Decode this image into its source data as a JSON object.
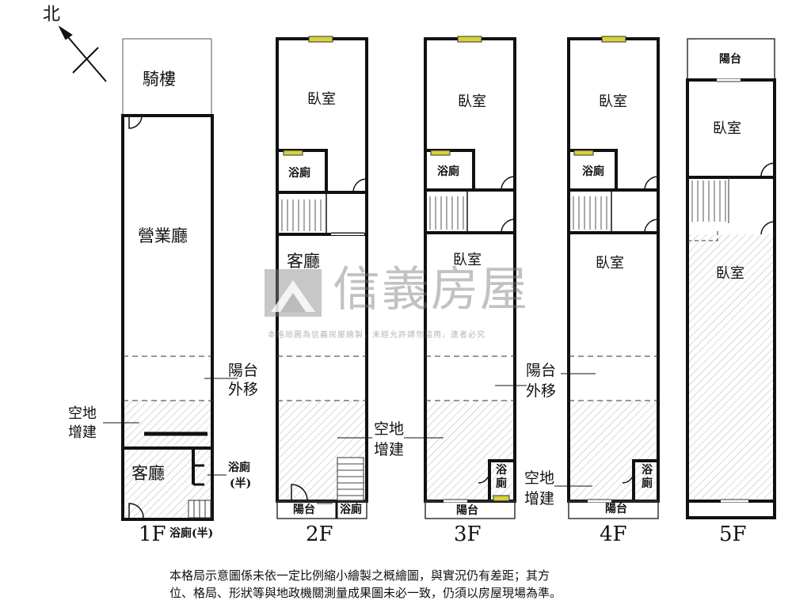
{
  "compass": {
    "north_label": "北",
    "icon": "north-arrow-icon"
  },
  "floors": [
    {
      "id": "1F",
      "label": "1F",
      "rooms": {
        "arcade": "騎樓",
        "business_hall": "營業廳",
        "living": "客廳",
        "vacant_addition": [
          "空地",
          "增建"
        ],
        "bath_half": [
          "浴廁",
          "(半)"
        ],
        "bottom_bath_half": "浴廁(半)"
      }
    },
    {
      "id": "2F",
      "label": "2F",
      "rooms": {
        "bedroom": "臥室",
        "bath": "浴廁",
        "living": "客廳",
        "balcony_moved": [
          "陽台",
          "外移"
        ],
        "vacant_addition": [
          "空地",
          "增建"
        ],
        "balcony": "陽台",
        "bath_bottom": "浴廁"
      }
    },
    {
      "id": "3F",
      "label": "3F",
      "rooms": {
        "bedroom_top": "臥室",
        "bath": "浴廁",
        "bedroom_mid": "臥室",
        "bath_small": [
          "浴",
          "廁"
        ],
        "balcony": "陽台"
      }
    },
    {
      "id": "4F",
      "label": "4F",
      "rooms": {
        "bedroom_top": "臥室",
        "bath": "浴廁",
        "bedroom_mid": "臥室",
        "balcony_moved": [
          "陽台",
          "外移"
        ],
        "vacant_addition": [
          "空地",
          "增建"
        ],
        "bath_small": [
          "浴",
          "廁"
        ],
        "balcony": "陽台"
      }
    },
    {
      "id": "5F",
      "label": "5F",
      "rooms": {
        "balcony_top": "陽台",
        "bedroom_top": "臥室",
        "bedroom_big": "臥室"
      }
    }
  ],
  "watermark": {
    "brand": "信義房屋",
    "notice": "本格局圖為信義房屋繪製，未經允許請勿盜用，違者必究"
  },
  "disclaimer": {
    "line1": "本格局示意圖係未依一定比例縮小繪製之概繪圖，與實況仍有差距；其方",
    "line2": "位、格局、形狀等與地政機關測量成果圖未必一致，仍須以房屋現場為準。"
  },
  "colors": {
    "wall": "#111111",
    "hatch": "#b0b0b0",
    "window": "#d6d23a",
    "watermark": "#8a8a8a"
  }
}
